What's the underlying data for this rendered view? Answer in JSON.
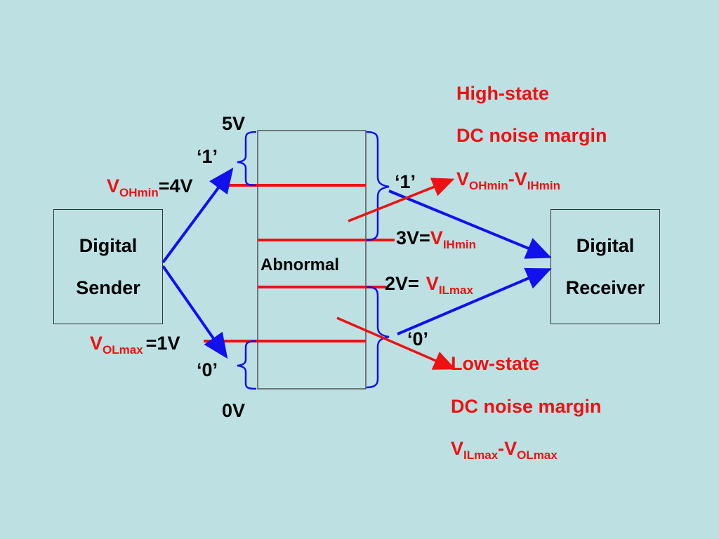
{
  "colors": {
    "background": "#bde0e3",
    "high_low_lines": "#ee1111",
    "arrows": "#1111ee",
    "text_black": "#000000",
    "text_red": "#ee1111"
  },
  "sender": {
    "line1": "Digital",
    "line2": "Sender"
  },
  "receiver": {
    "line1": "Digital",
    "line2": "Receiver"
  },
  "region": {
    "label": "Abnormal"
  },
  "voltages": {
    "top": "5V",
    "bottom": "0V"
  },
  "sender_levels": {
    "voh": {
      "v": "V",
      "sub": "OHmin",
      "eq": "=4V"
    },
    "vol": {
      "v": "V",
      "sub": "OLmax",
      "eq": "=1V"
    },
    "one": "‘1’",
    "zero": "‘0’"
  },
  "receiver_levels": {
    "vih": {
      "prefix": "3V=",
      "v": "V",
      "sub": "IHmin"
    },
    "vil": {
      "prefix": "2V=",
      "v": "V",
      "sub": "ILmax"
    },
    "one": "‘1’",
    "zero": "‘0’"
  },
  "high_margin": {
    "line1": "High-state",
    "line2": "DC noise margin",
    "formula": {
      "a": "V",
      "a_sub": "OHmin",
      "dash": "-V",
      "b_sub": "IHmin"
    }
  },
  "low_margin": {
    "line1": "Low-state",
    "line2": "DC noise margin",
    "formula": {
      "a": "V",
      "a_sub": "ILmax",
      "dash": "-V",
      "b_sub": "OLmax"
    }
  }
}
